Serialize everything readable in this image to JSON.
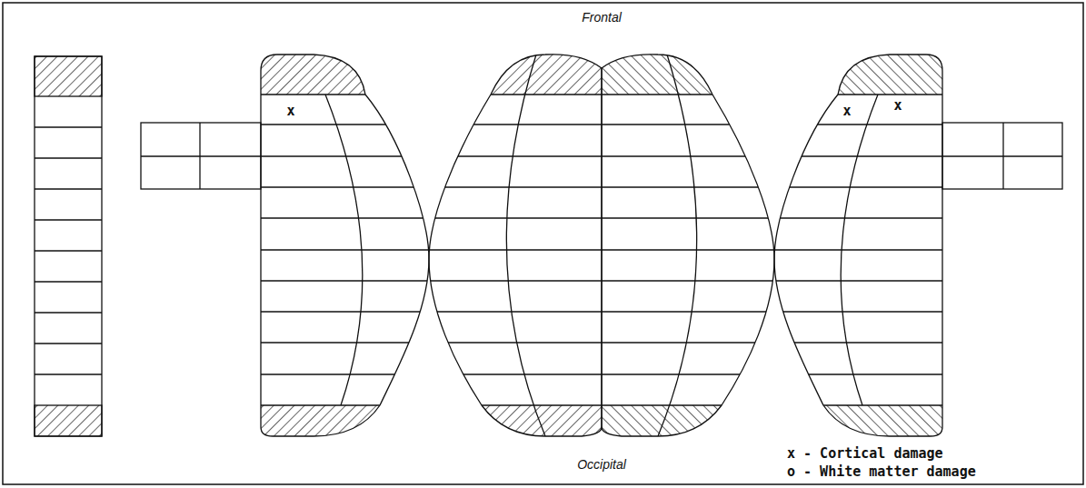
{
  "diagram": {
    "labels": [
      "Frontal",
      "x",
      "x",
      "x",
      "Occipital"
    ],
    "legend": [
      {
        "text": "x - Cortical damage"
      },
      {
        "text": "o - White matter damage"
      }
    ]
  }
}
